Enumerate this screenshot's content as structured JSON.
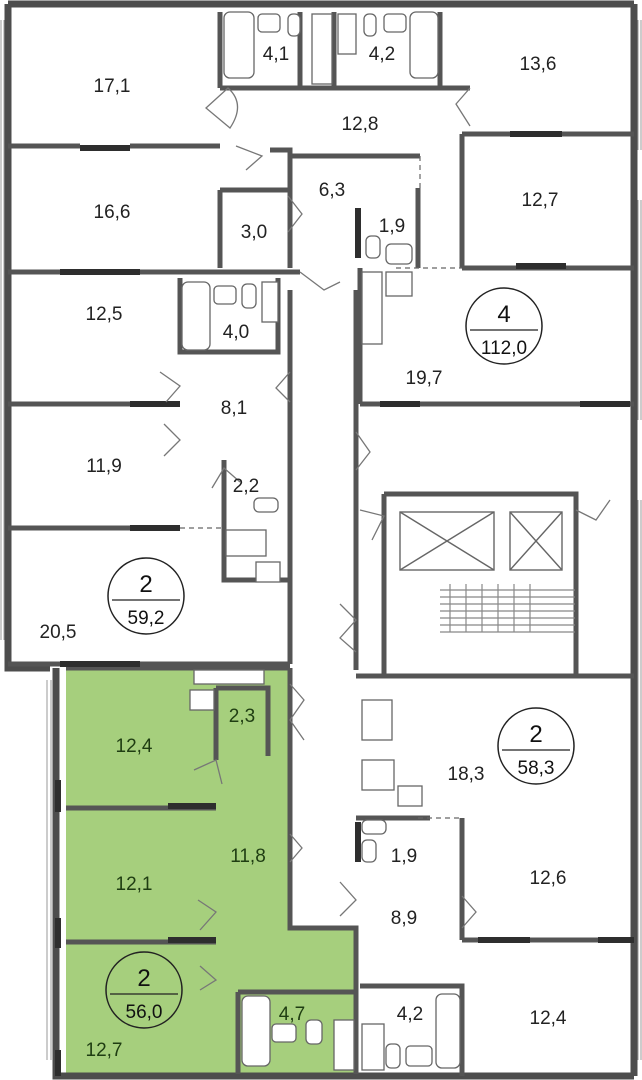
{
  "accent_color": "#a6cf7d",
  "wall_color": "#4d4d4d",
  "window_color": "#2e2e2e",
  "highlighted_apartment": "2 / 56,0",
  "rooms": [
    {
      "id": "r-17-1",
      "label": "17,1"
    },
    {
      "id": "r-4-1",
      "label": "4,1"
    },
    {
      "id": "r-4-2-top",
      "label": "4,2"
    },
    {
      "id": "r-13-6",
      "label": "13,6"
    },
    {
      "id": "r-12-8",
      "label": "12,8"
    },
    {
      "id": "r-16-6",
      "label": "16,6"
    },
    {
      "id": "r-6-3",
      "label": "6,3"
    },
    {
      "id": "r-3-0",
      "label": "3,0"
    },
    {
      "id": "r-1-9-top",
      "label": "1,9"
    },
    {
      "id": "r-12-7-top",
      "label": "12,7"
    },
    {
      "id": "r-12-5",
      "label": "12,5"
    },
    {
      "id": "r-4-0",
      "label": "4,0"
    },
    {
      "id": "r-19-7",
      "label": "19,7"
    },
    {
      "id": "r-8-1",
      "label": "8,1"
    },
    {
      "id": "r-11-9",
      "label": "11,9"
    },
    {
      "id": "r-2-2",
      "label": "2,2"
    },
    {
      "id": "r-20-5",
      "label": "20,5"
    },
    {
      "id": "r-12-4-green",
      "label": "12,4",
      "highlight": true
    },
    {
      "id": "r-2-3",
      "label": "2,3",
      "highlight": true
    },
    {
      "id": "r-18-3",
      "label": "18,3"
    },
    {
      "id": "r-11-8",
      "label": "11,8",
      "highlight": true
    },
    {
      "id": "r-12-1",
      "label": "12,1",
      "highlight": true
    },
    {
      "id": "r-1-9-right",
      "label": "1,9"
    },
    {
      "id": "r-12-6",
      "label": "12,6"
    },
    {
      "id": "r-8-9",
      "label": "8,9"
    },
    {
      "id": "r-4-7",
      "label": "4,7",
      "highlight": true
    },
    {
      "id": "r-4-2-bottom",
      "label": "4,2"
    },
    {
      "id": "r-12-4-right",
      "label": "12,4"
    },
    {
      "id": "r-12-7-green",
      "label": "12,7",
      "highlight": true
    }
  ],
  "apartments": [
    {
      "id": "apt-4-112",
      "rooms": "4",
      "area": "112,0"
    },
    {
      "id": "apt-2-59",
      "rooms": "2",
      "area": "59,2"
    },
    {
      "id": "apt-2-58",
      "rooms": "2",
      "area": "58,3"
    },
    {
      "id": "apt-2-56",
      "rooms": "2",
      "area": "56,0",
      "highlight": true
    }
  ]
}
